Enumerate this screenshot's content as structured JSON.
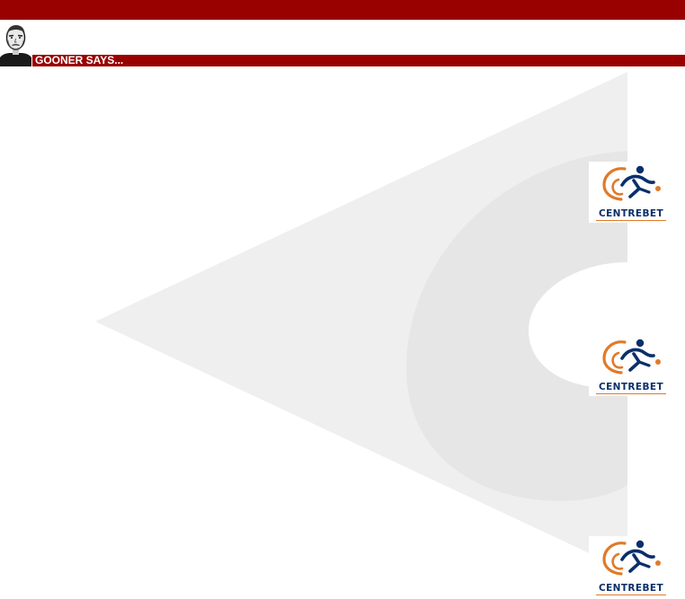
{
  "header": {
    "section_title": "GOONER SAYS..."
  },
  "colors": {
    "brand_red": "#990000",
    "watermark_gray": "#efefef",
    "ad_navy": "#0a2f6b",
    "ad_orange": "#e07a2a"
  },
  "ads": [
    {
      "label": "CENTREBET",
      "icon": "centrebet-logo-icon"
    },
    {
      "label": "CENTREBET",
      "icon": "centrebet-logo-icon"
    },
    {
      "label": "CENTREBET",
      "icon": "centrebet-logo-icon"
    }
  ]
}
